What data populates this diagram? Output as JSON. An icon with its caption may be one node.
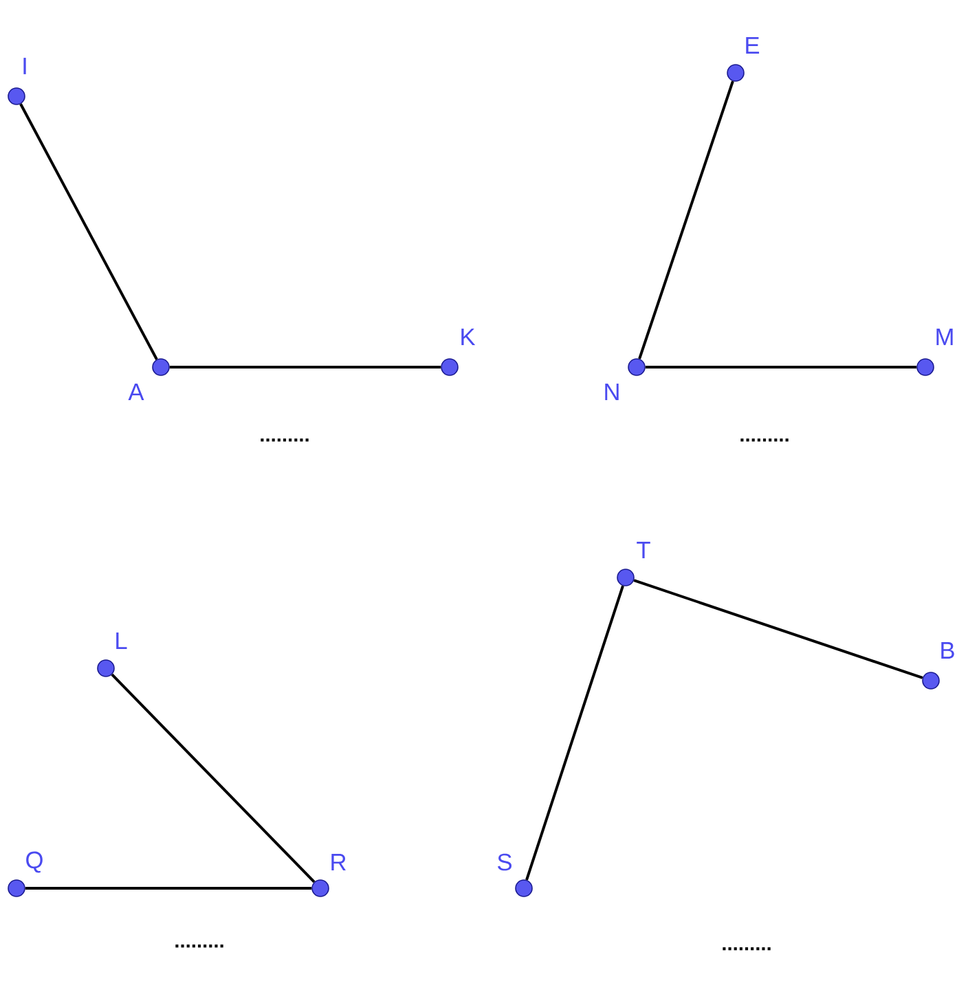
{
  "diagram": {
    "nodes": [
      {
        "text": [],
        "shape": "circle",
        "beside": [
          "I"
        ]
      },
      {
        "text": [],
        "shape": "circle",
        "beside": [
          "A"
        ]
      },
      {
        "text": [],
        "shape": "circle",
        "beside": [
          "K"
        ]
      },
      {
        "text": [],
        "shape": "circle",
        "beside": [
          "E"
        ]
      },
      {
        "text": [],
        "shape": "circle",
        "beside": [
          "N"
        ]
      },
      {
        "text": [],
        "shape": "circle",
        "beside": [
          "M"
        ]
      },
      {
        "text": [],
        "shape": "circle",
        "beside": [
          "L"
        ]
      },
      {
        "text": [],
        "shape": "circle",
        "beside": [
          "Q"
        ]
      },
      {
        "text": [],
        "shape": "circle",
        "beside": [
          "R"
        ]
      },
      {
        "text": [],
        "shape": "circle",
        "beside": [
          "T"
        ]
      },
      {
        "text": [],
        "shape": "circle",
        "beside": [
          "B"
        ]
      },
      {
        "text": [],
        "shape": "circle",
        "beside": [
          "S"
        ]
      }
    ],
    "edges": [
      {
        "from": 0,
        "to": 1,
        "arrow": "none"
      },
      {
        "from": 1,
        "to": 2,
        "arrow": "none"
      },
      {
        "from": 3,
        "to": 4,
        "arrow": "none"
      },
      {
        "from": 4,
        "to": 5,
        "arrow": "none"
      },
      {
        "from": 6,
        "to": 8,
        "arrow": "none"
      },
      {
        "from": 7,
        "to": 8,
        "arrow": "none"
      },
      {
        "from": 9,
        "to": 11,
        "arrow": "none"
      },
      {
        "from": 9,
        "to": 10,
        "arrow": "none"
      }
    ],
    "labels": [
      ".........",
      ".........",
      ".........",
      "........."
    ]
  }
}
